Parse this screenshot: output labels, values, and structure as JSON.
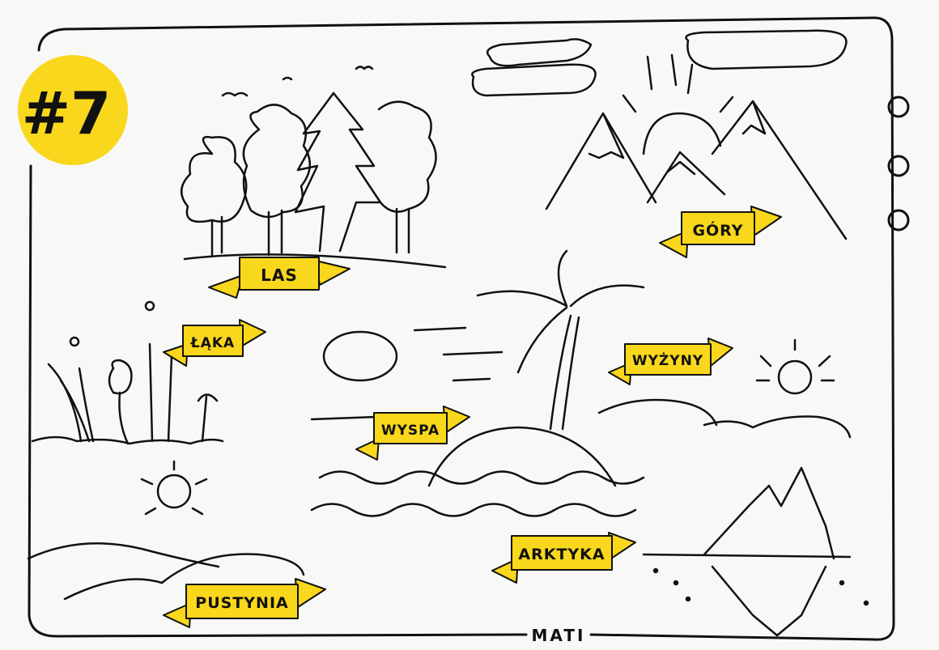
{
  "badge": {
    "text": "#7",
    "color": "#f9d71c"
  },
  "labels": {
    "las": "LAS",
    "gory": "GÓRY",
    "laka": "ŁĄKA",
    "wyzyny": "WYŻYNY",
    "wyspa": "WYSPA",
    "arktyka": "ARKTYKA",
    "pustynia": "PUSTYNIA"
  },
  "signature": "MATI",
  "colors": {
    "banner": "#f9d71c",
    "ink": "#111111",
    "paper": "#f8f8f6"
  }
}
